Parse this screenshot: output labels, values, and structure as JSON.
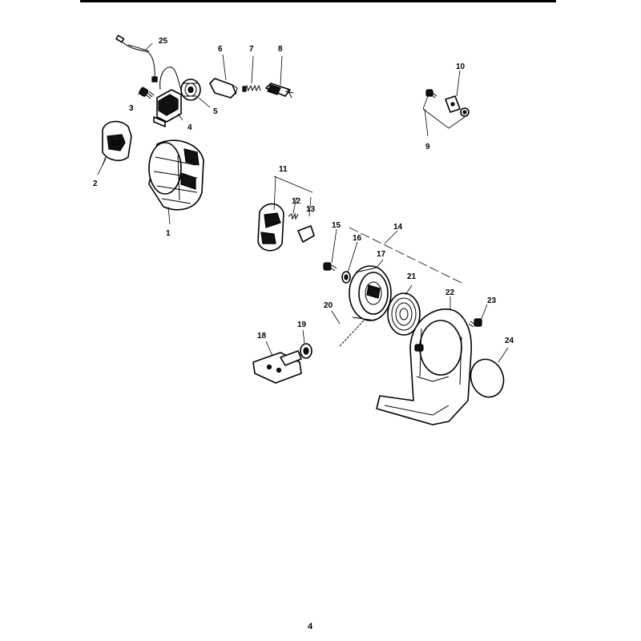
{
  "page_number": "4",
  "callouts": {
    "c1": "1",
    "c2": "2",
    "c3": "3",
    "c4": "4",
    "c5": "5",
    "c6": "6",
    "c7": "7",
    "c8": "8",
    "c9": "9",
    "c10": "10",
    "c11": "11",
    "c12": "12",
    "c13": "13",
    "c14": "14",
    "c15": "15",
    "c16": "16",
    "c17": "17",
    "c18": "18",
    "c19": "19",
    "c20": "20",
    "c21": "21",
    "c22": "22",
    "c23": "23",
    "c24": "24",
    "c25": "25"
  }
}
